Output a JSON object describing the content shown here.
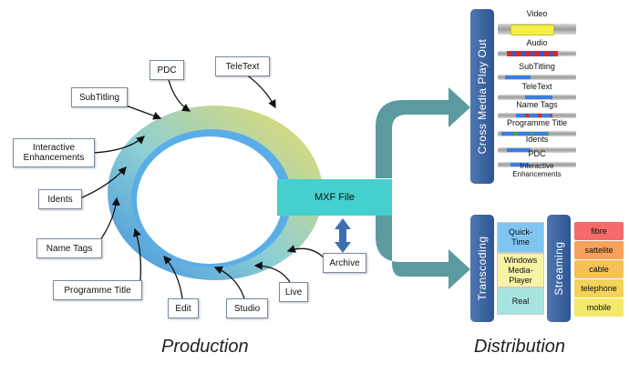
{
  "production": {
    "caption": "Production",
    "mxf_label": "MXF File",
    "archive_label": "Archive",
    "inputs": [
      "PDC",
      "TeleText",
      "SubTitling",
      "Interactive\nEnhancements",
      "Idents",
      "Name Tags",
      "Programme Title",
      "Edit",
      "Studio",
      "Live"
    ]
  },
  "distribution": {
    "caption": "Distribution",
    "playout": {
      "title": "Cross Media Play Out",
      "rows": [
        "Video",
        "Audio",
        "SubTitling",
        "TeleText",
        "Name Tags",
        "Programme Title",
        "Idents",
        "PDC",
        "Interactive\nEnhancements"
      ]
    },
    "transcoding": {
      "title": "Transcoding",
      "formats": [
        "Quick-\nTime",
        "Windows\nMedia-\nPlayer",
        "Real"
      ]
    },
    "streaming": {
      "title": "Streaming",
      "channels": [
        "fibre",
        "sattelite",
        "cable",
        "telephone",
        "mobile"
      ]
    }
  },
  "colors": {
    "ring_gradient": [
      "#4a9be0",
      "#8fd0c6",
      "#e9dc6b"
    ],
    "mxf_box": "#45cfcf",
    "arrow": "#5b9a9f",
    "panel": "#3c66a2",
    "transcoding_cells": [
      "#7ec6f0",
      "#f7f3a6",
      "#a8e4df"
    ],
    "streaming_cells": [
      "#f56a6a",
      "#f7a15a",
      "#f7c15a",
      "#f4d35a",
      "#f3e96b"
    ]
  }
}
